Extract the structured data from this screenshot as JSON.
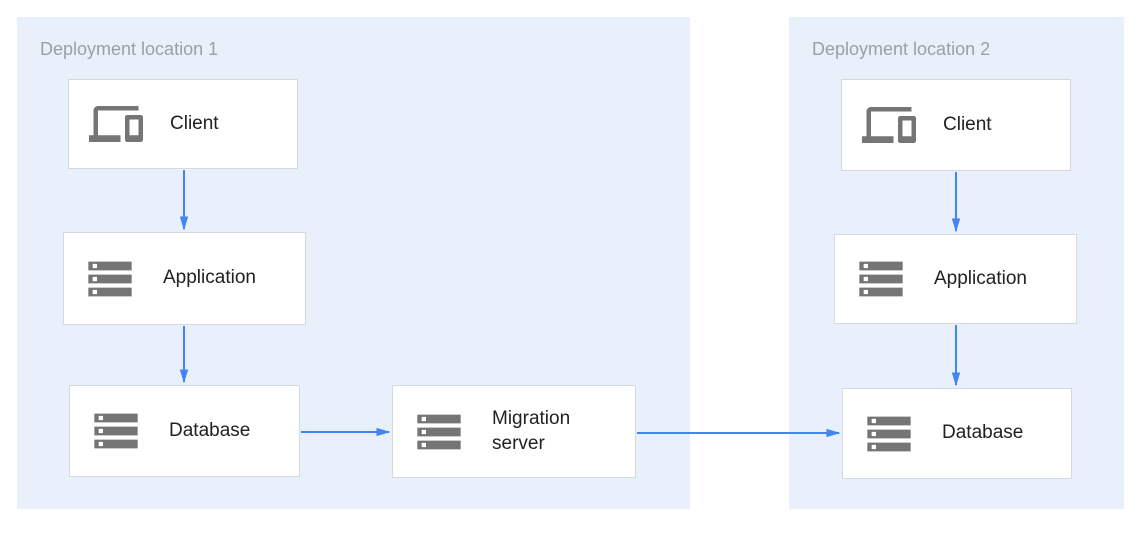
{
  "diagram": {
    "regions": [
      {
        "id": "deployment-location-1",
        "label": "Deployment location 1"
      },
      {
        "id": "deployment-location-2",
        "label": "Deployment location 2"
      }
    ],
    "nodes": [
      {
        "id": "client-1",
        "label": "Client",
        "icon": "devices-icon",
        "region": "deployment-location-1"
      },
      {
        "id": "application-1",
        "label": "Application",
        "icon": "servers-icon",
        "region": "deployment-location-1"
      },
      {
        "id": "database-1",
        "label": "Database",
        "icon": "servers-icon",
        "region": "deployment-location-1"
      },
      {
        "id": "migration-server",
        "label": "Migration server",
        "icon": "servers-icon",
        "region": "deployment-location-1"
      },
      {
        "id": "client-2",
        "label": "Client",
        "icon": "devices-icon",
        "region": "deployment-location-2"
      },
      {
        "id": "application-2",
        "label": "Application",
        "icon": "servers-icon",
        "region": "deployment-location-2"
      },
      {
        "id": "database-2",
        "label": "Database",
        "icon": "servers-icon",
        "region": "deployment-location-2"
      }
    ],
    "edges": [
      {
        "from": "client-1",
        "to": "application-1"
      },
      {
        "from": "application-1",
        "to": "database-1"
      },
      {
        "from": "database-1",
        "to": "migration-server"
      },
      {
        "from": "migration-server",
        "to": "database-2"
      },
      {
        "from": "client-2",
        "to": "application-2"
      },
      {
        "from": "application-2",
        "to": "database-2"
      }
    ],
    "colors": {
      "region_background": "#e8f0fb",
      "arrow": "#4284f4",
      "node_border": "#d6d9dc",
      "node_background": "#ffffff",
      "icon": "#757575",
      "region_label_text": "#9aa0a6",
      "node_label_text": "#212121"
    }
  }
}
